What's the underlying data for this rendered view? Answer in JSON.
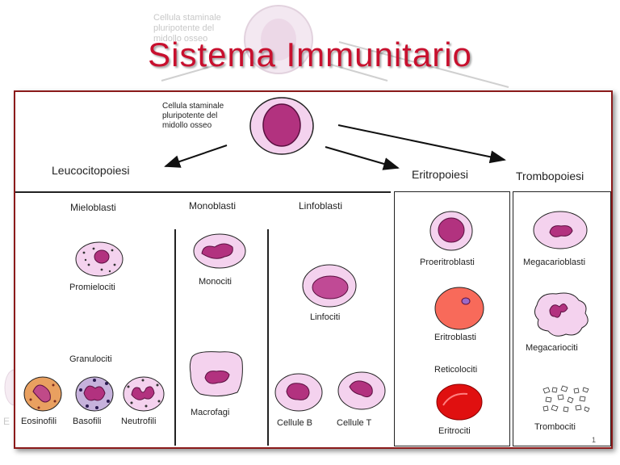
{
  "slide": {
    "title": "Sistema Immunitario",
    "page_number": "1",
    "background_ghost_text": "Cellula staminale pluripotente del midollo osseo",
    "background_ghost_fragment": "E"
  },
  "diagram": {
    "stem_cell_label": "Cellula staminale pluripotente del midollo osseo",
    "branches": {
      "leucocitopoiesi": "Leucocitopoiesi",
      "eritropoiesi": "Eritropoiesi",
      "trombopoiesi": "Trombopoiesi"
    },
    "columns": {
      "mieloblasti": "Mieloblasti",
      "monoblasti": "Monoblasti",
      "linfoblasti": "Linfoblasti"
    },
    "cells": {
      "promielociti": "Promielociti",
      "granulociti": "Granulociti",
      "eosinofili": "Eosinofili",
      "basofili": "Basofili",
      "neutrofili": "Neutrofili",
      "monociti": "Monociti",
      "macrofagi": "Macrofagi",
      "linfociti": "Linfociti",
      "cellule_b": "Cellule B",
      "cellule_t": "Cellule T",
      "proeritroblasti": "Proeritroblasti",
      "eritroblasti": "Eritroblasti",
      "reticolociti": "Reticolociti",
      "eritrociti": "Eritrociti",
      "megacarioblasti": "Megacarioblasti",
      "megacariociti": "Megacariociti",
      "trombociti": "Trombociti"
    },
    "colors": {
      "title": "#c8102e",
      "panel_border": "#8b1a1a",
      "cytoplasm": "#f4d2ee",
      "nucleus": "#b2327f",
      "eritroblast": "#f86a5a",
      "eritrocita": "#e01010"
    }
  }
}
